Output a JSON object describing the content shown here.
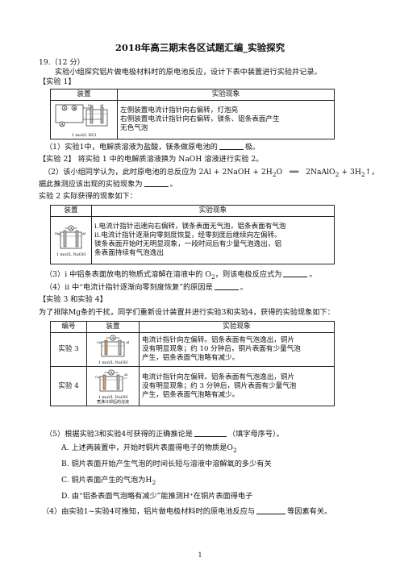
{
  "doc": {
    "title": "2018年高三期末各区试题汇编_实验探究",
    "q_num": "19.（12 分）",
    "intro": "实验小组探究铝片做电极材料时的原电池反应，设计下表中装置进行实验并记录。",
    "exp1_head": "【实验 1】",
    "table_head": {
      "device": "装置",
      "phenomenon": "实验现象"
    },
    "exp1_rows": [
      "左侧装置电流计指针向右偏转，灯泡亮",
      "右侧装置电流计指针向右偏转，镁条、铝条表面产生",
      "无色气泡"
    ],
    "exp1_caption": "1 mol/L HCl",
    "q1_a": "（1）实验1中，电解质溶液为盐酸，镁条做原电池的",
    "q1_b": "极。",
    "exp2_head_a": "【实验 2】",
    "exp2_head_b": "将实验 1 中的电解质溶液换为 NaOH 溶液进行实验 2。",
    "q2_a": "（2）该小组同学认为，此时原电池的总反应为 2Al + 2NaOH + 2H",
    "q2_sub1": "2",
    "q2_b": "O",
    "q2_arrow": "══",
    "q2_c": "2NaAlO",
    "q2_sub2": "2",
    "q2_d": " + 3H",
    "q2_sub3": "2",
    "q2_e": "↑，",
    "q2_line2_a": "据此推测应该出现的实验现象为",
    "q2_line2_b": "。",
    "exp2_intro": "实验 2 实际获得的现象如下：",
    "exp2_rows": [
      "i.电流计指针迅速向右偏转，镁条表面无气泡，铝条表面有气泡",
      "ii.电流计指针逐渐向零刻度恢复，经零刻度后继续向左偏转。",
      "镁条表面开始时无明显现象，一段时间后有少量气泡逸出，铝",
      "条表面持续有气泡逸出"
    ],
    "exp2_caption": "1 mol/L NaOH",
    "q3_a": "（3）i 中铝条表面放电的物质式溶解在溶液中的 O",
    "q3_sub": "2",
    "q3_b": "，则该电极反应式为",
    "q3_c": "。",
    "q4_a": "（4）ii 中“电流计指针逐渐向零刻度恢复”的原因是",
    "q4_b": "。",
    "exp34_head": "【实验 3 和实验 4】",
    "exp34_intro": "为了排除Mg条的干扰，同学们重新设计装置并进行实验3和实验4，获得的实验现象如下：",
    "table2_head": {
      "num": "编号",
      "device": "装置",
      "phenomenon": "实验现象"
    },
    "exp3_label": "实验 3",
    "exp3_rows": [
      "电流计指针向左偏转。铝条表面有气泡逸出，铜片",
      "没有明显现象；约 10 分钟后，铜片表面有少量气泡",
      "产生，铝条表面气泡略有减少。"
    ],
    "exp3_caption": "1 mol/L NaOH",
    "exp4_label": "实验 4",
    "exp4_rows": [
      "电流计指针向左偏转。铝条表面有气泡逸出，铜片",
      "没有明显现象；约 3 分钟后，铜片表面有少量气泡",
      "产生，铝条表面气泡略有减少。"
    ],
    "exp4_caption_a": "1 mol/L NaOH",
    "exp4_caption_b": "煮沸冷却后的溶液",
    "q5_a": "（5）根据实验3和实验4可获得的正确推论是",
    "q5_b": "（填字母序号）。",
    "options": [
      {
        "letter": "A.",
        "text": "上述两装置中，开始时铜片表面得电子的物质是O",
        "sub": "2"
      },
      {
        "letter": "B.",
        "text": "铜片表面开始产生气泡的时间长短与溶液中溶解氧的多少有关",
        "sub": ""
      },
      {
        "letter": "C.",
        "text": "铜片表面产生的气泡为H",
        "sub": "2"
      },
      {
        "letter": "D.",
        "text": "由“铝条表面气泡略有减少”能推测H⁺在铜片表面得电子",
        "sub": ""
      }
    ],
    "q6_a": "（4）由实验1~实验4可推知，铝片做电极材料时的原电池反应与",
    "q6_b": "等因素有关。",
    "page": "1"
  }
}
